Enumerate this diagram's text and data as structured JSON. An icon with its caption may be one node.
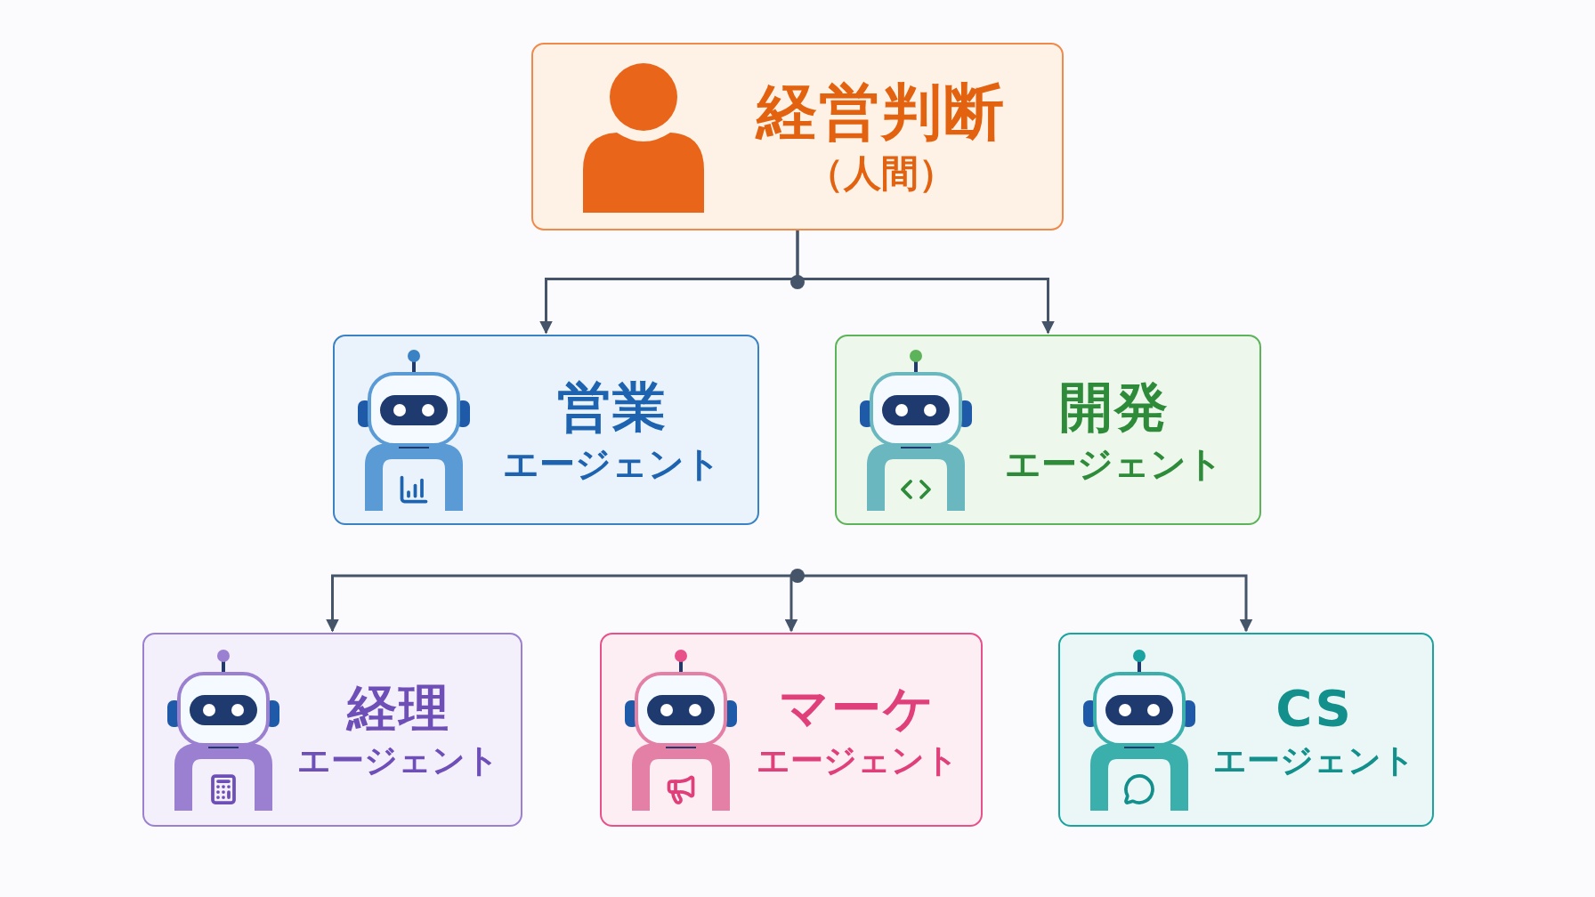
{
  "diagram": {
    "nodes": [
      {
        "text": [
          "経営判断",
          "（人間）"
        ]
      },
      {
        "text": [
          "営業",
          "エージェント"
        ]
      },
      {
        "text": [
          "開発",
          "エージェント"
        ]
      },
      {
        "text": [
          "経理",
          "エージェント"
        ]
      },
      {
        "text": [
          "マーケ",
          "エージェント"
        ]
      },
      {
        "text": [
          "CS",
          "エージェント"
        ]
      }
    ],
    "edges": [
      {
        "from": 0,
        "to": 1,
        "arrow": "to"
      },
      {
        "from": 0,
        "to": 2,
        "arrow": "to"
      },
      {
        "from": null,
        "to": 3,
        "arrow": "to"
      },
      {
        "from": null,
        "to": 4,
        "arrow": "to"
      },
      {
        "from": null,
        "to": 5,
        "arrow": "to"
      }
    ]
  }
}
